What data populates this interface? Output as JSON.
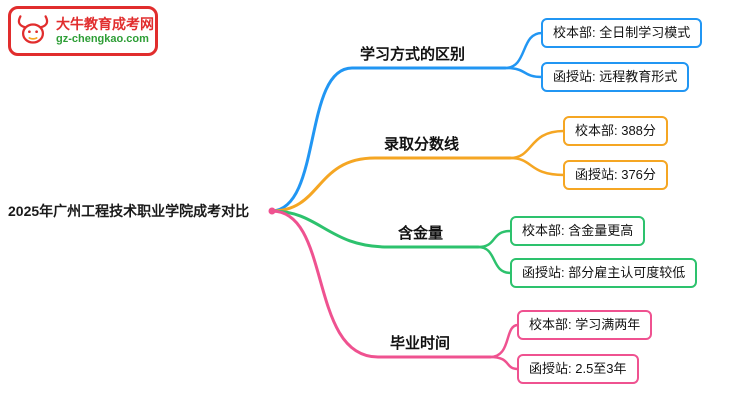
{
  "logo": {
    "title": "大牛教育成考网",
    "url": "gz-chengkao.com",
    "icon": "bull-icon",
    "border_color": "#e12d2d",
    "title_color": "#e12d2d",
    "url_color": "#2e9e36"
  },
  "root": {
    "label": "2025年广州工程技术职业学院成考对比"
  },
  "branches": [
    {
      "label": "学习方式的区别",
      "color": "#2196f3",
      "children": [
        {
          "label": "校本部: 全日制学习模式"
        },
        {
          "label": "函授站: 远程教育形式"
        }
      ]
    },
    {
      "label": "录取分数线",
      "color": "#f5a623",
      "children": [
        {
          "label": "校本部: 388分"
        },
        {
          "label": "函授站: 376分"
        }
      ]
    },
    {
      "label": "含金量",
      "color": "#2dc26d",
      "children": [
        {
          "label": "校本部: 含金量更高"
        },
        {
          "label": "函授站: 部分雇主认可度较低"
        }
      ]
    },
    {
      "label": "毕业时间",
      "color": "#ef5290",
      "children": [
        {
          "label": "校本部: 学习满两年"
        },
        {
          "label": "函授站: 2.5至3年"
        }
      ]
    }
  ]
}
